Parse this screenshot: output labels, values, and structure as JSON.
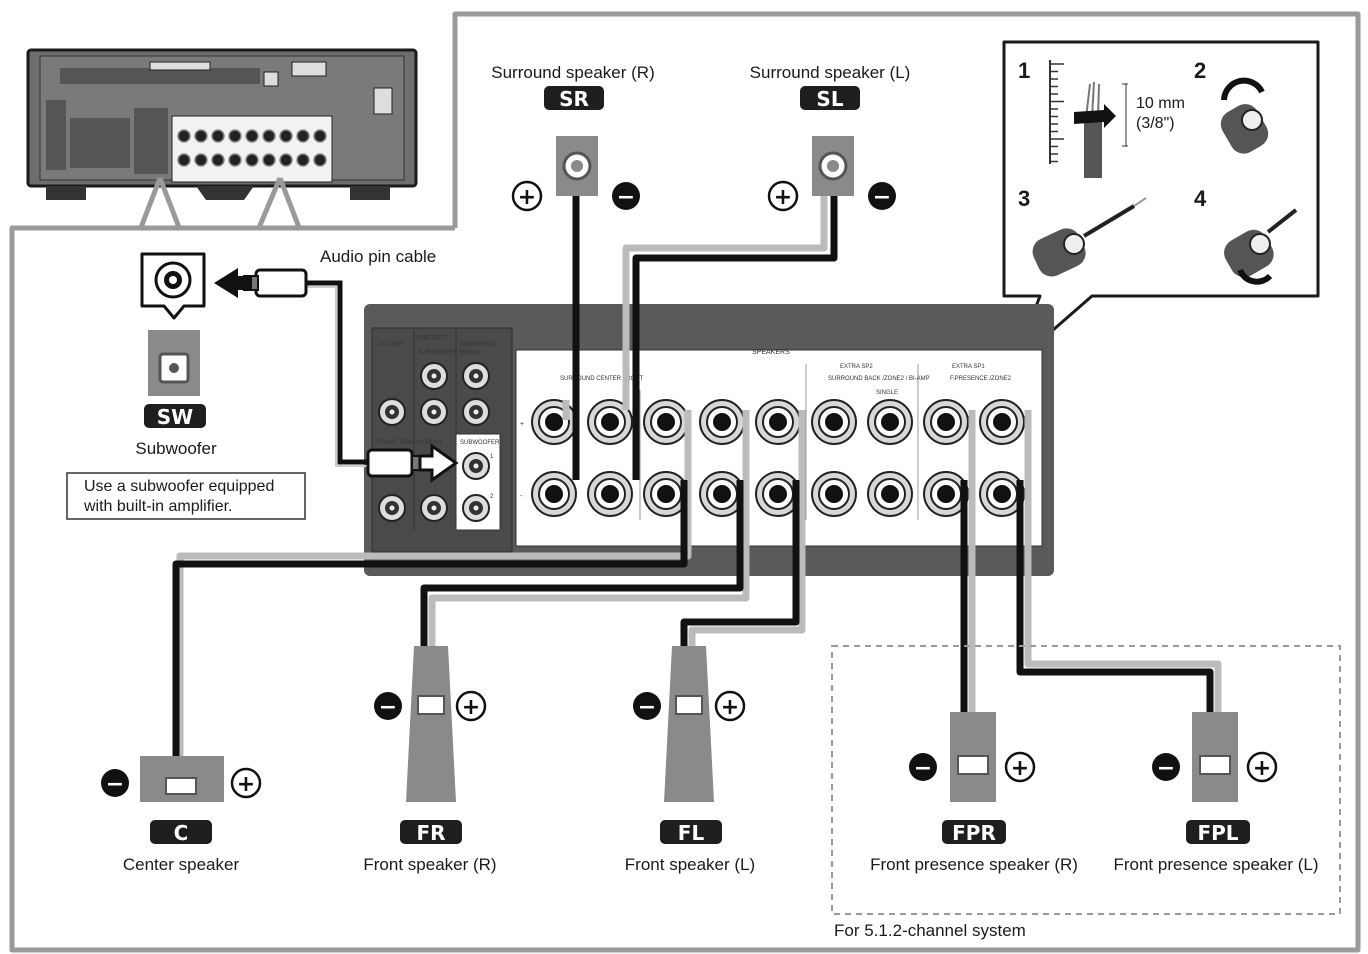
{
  "labels": {
    "surround_r": "Surround speaker (R)",
    "surround_l": "Surround speaker (L)",
    "subwoofer": "Subwoofer",
    "audio_pin_cable": "Audio pin cable",
    "sub_note_line1": "Use a subwoofer equipped",
    "sub_note_line2": "with built-in amplifier.",
    "center": "Center speaker",
    "front_r": "Front speaker (R)",
    "front_l": "Front speaker (L)",
    "front_presence_r": "Front presence speaker (R)",
    "front_presence_l": "Front presence speaker (L)",
    "system_note": "For 5.1.2-channel system"
  },
  "badges": {
    "sr": "SR",
    "sl": "SL",
    "sw": "SW",
    "c": "C",
    "fr": "FR",
    "fl": "FL",
    "fpr": "FPR",
    "fpl": "FPL"
  },
  "steps": {
    "s1": "1",
    "s2": "2",
    "s3": "3",
    "s4": "4",
    "strip_length": "10 mm",
    "strip_length_in": "(3/8\")"
  },
  "panel": {
    "speakers": "SPEAKERS",
    "pre_out": "PRE OUT",
    "center": "CENTER",
    "surround": "SURROUND",
    "subwoofer_single": "SUBWOOFER SINGLE",
    "front": "FRONT",
    "front_zone2": "FRONT ZONE2",
    "subwoofer": "SUBWOOFER",
    "sub_1": "1",
    "sub_2": "2",
    "sur_cen_front": "SURROUND  CENTER  FRONT",
    "extra_sp2": "EXTRA SP2",
    "surround_back": "SURROUND BACK /ZONE2 / BI-AMP",
    "single": "SINGLE",
    "extra_sp1": "EXTRA SP1",
    "f_presence": "F.PRESENCE /ZONE2",
    "plus": "+",
    "minus": "-"
  },
  "symbols": {
    "plus": "+",
    "minus": "−"
  },
  "colors": {
    "badge_bg": "#1e1e1e",
    "panel_dark": "#5a5a5a",
    "wire_gray": "#bdbdbd",
    "speaker_gray": "#777777"
  }
}
